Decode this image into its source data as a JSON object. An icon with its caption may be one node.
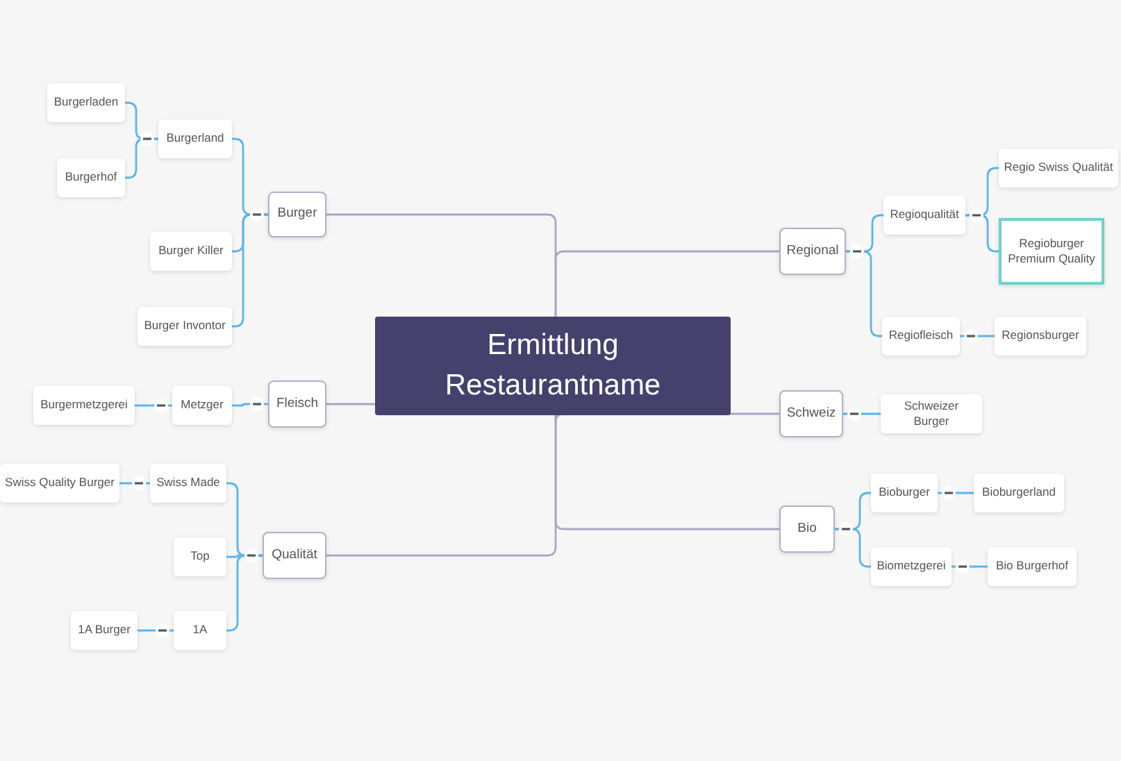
{
  "diagram": {
    "nodes": [
      {
        "text": [
          "Ermittlung Restaurantname"
        ]
      },
      {
        "text": [
          "Burger"
        ]
      },
      {
        "text": [
          "Burgerland"
        ]
      },
      {
        "text": [
          "Burgerladen"
        ]
      },
      {
        "text": [
          "Burgerhof"
        ]
      },
      {
        "text": [
          "Burger Killer"
        ]
      },
      {
        "text": [
          "Burger Invontor"
        ]
      },
      {
        "text": [
          "Fleisch"
        ]
      },
      {
        "text": [
          "Metzger"
        ]
      },
      {
        "text": [
          "Burgermetzgerei"
        ]
      },
      {
        "text": [
          "Qualität"
        ]
      },
      {
        "text": [
          "Swiss Made"
        ]
      },
      {
        "text": [
          "Swiss Quality Burger"
        ]
      },
      {
        "text": [
          "Top"
        ]
      },
      {
        "text": [
          "1A"
        ]
      },
      {
        "text": [
          "1A Burger"
        ]
      },
      {
        "text": [
          "Regional"
        ]
      },
      {
        "text": [
          "Regioqualität"
        ]
      },
      {
        "text": [
          "Regio Swiss Qualität"
        ]
      },
      {
        "text": [
          "Regioburger Premium Quality"
        ]
      },
      {
        "text": [
          "Regiofleisch"
        ]
      },
      {
        "text": [
          "Regionsburger"
        ]
      },
      {
        "text": [
          "Schweiz"
        ]
      },
      {
        "text": [
          "Schweizer Burger"
        ]
      },
      {
        "text": [
          "Bio"
        ]
      },
      {
        "text": [
          "Bioburger"
        ]
      },
      {
        "text": [
          "Bioburgerland"
        ]
      },
      {
        "text": [
          "Biometzgerei"
        ]
      },
      {
        "text": [
          "Bio Burgerhof"
        ]
      }
    ],
    "edges": [
      {
        "from": 0,
        "to": 1,
        "arrow": "none",
        "color": "#aaa6c8"
      },
      {
        "from": 1,
        "to": 2,
        "arrow": "none"
      },
      {
        "from": 2,
        "to": 3,
        "arrow": "none"
      },
      {
        "from": 2,
        "to": 4,
        "arrow": "none"
      },
      {
        "from": 1,
        "to": 5,
        "arrow": "none"
      },
      {
        "from": 1,
        "to": 6,
        "arrow": "none"
      },
      {
        "from": 0,
        "to": 7,
        "arrow": "none",
        "color": "#aaa6c8"
      },
      {
        "from": 7,
        "to": 8,
        "arrow": "none"
      },
      {
        "from": 8,
        "to": 9,
        "arrow": "none"
      },
      {
        "from": 0,
        "to": 10,
        "arrow": "none",
        "color": "#aaa6c8"
      },
      {
        "from": 10,
        "to": 11,
        "arrow": "none"
      },
      {
        "from": 11,
        "to": 12,
        "arrow": "none"
      },
      {
        "from": 10,
        "to": 13,
        "arrow": "none"
      },
      {
        "from": 10,
        "to": 14,
        "arrow": "none"
      },
      {
        "from": 14,
        "to": 15,
        "arrow": "none"
      },
      {
        "from": 0,
        "to": 16,
        "arrow": "none",
        "color": "#aaa6c8"
      },
      {
        "from": 16,
        "to": 17,
        "arrow": "none"
      },
      {
        "from": 17,
        "to": 18,
        "arrow": "none"
      },
      {
        "from": 17,
        "to": 19,
        "arrow": "none"
      },
      {
        "from": 16,
        "to": 20,
        "arrow": "none"
      },
      {
        "from": 20,
        "to": 21,
        "arrow": "none"
      },
      {
        "from": 0,
        "to": 22,
        "arrow": "none",
        "color": "#aaa6c8"
      },
      {
        "from": 22,
        "to": 23,
        "arrow": "none"
      },
      {
        "from": 0,
        "to": 24,
        "arrow": "none",
        "color": "#aaa6c8"
      },
      {
        "from": 24,
        "to": 25,
        "arrow": "none"
      },
      {
        "from": 25,
        "to": 26,
        "arrow": "none"
      },
      {
        "from": 24,
        "to": 27,
        "arrow": "none"
      },
      {
        "from": 27,
        "to": 28,
        "arrow": "none"
      }
    ]
  }
}
